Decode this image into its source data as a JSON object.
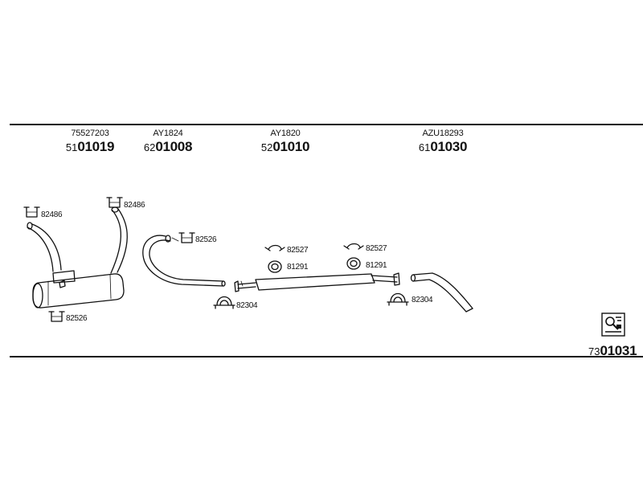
{
  "columns": [
    {
      "ref": "75527203",
      "num_prefix": "51",
      "num_main": "01019"
    },
    {
      "ref": "AY1824",
      "num_prefix": "62",
      "num_main": "01008"
    },
    {
      "ref": "AY1820",
      "num_prefix": "52",
      "num_main": "01010"
    },
    {
      "ref": "AZU18293",
      "num_prefix": "61",
      "num_main": "01030"
    }
  ],
  "part_labels": {
    "hanger_left_1": "82486",
    "hanger_left_2": "82486",
    "bracket_muffler": "82526",
    "hanger_pipe": "82526",
    "clamp_1": "82304",
    "hanger_mid_1": "82527",
    "ring_mid_1": "81291",
    "hanger_mid_2": "82527",
    "ring_mid_2": "81291",
    "clamp_2": "82304"
  },
  "footer": {
    "num_prefix": "73",
    "num_main": "01031"
  },
  "icons": {
    "info": "quality-info-icon"
  }
}
